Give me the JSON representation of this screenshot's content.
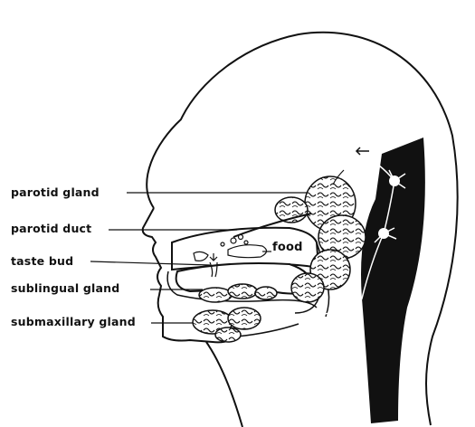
{
  "labels": {
    "parotid_gland": "parotid gland",
    "parotid_duct": "parotid duct",
    "taste_bud": "taste bud",
    "sublingual_gland": "sublingual gland",
    "submaxillary_gland": "submaxillary gland",
    "food": "food"
  },
  "colors": {
    "ink": "#111111",
    "background": "#ffffff",
    "spinal_column": "#111111"
  }
}
